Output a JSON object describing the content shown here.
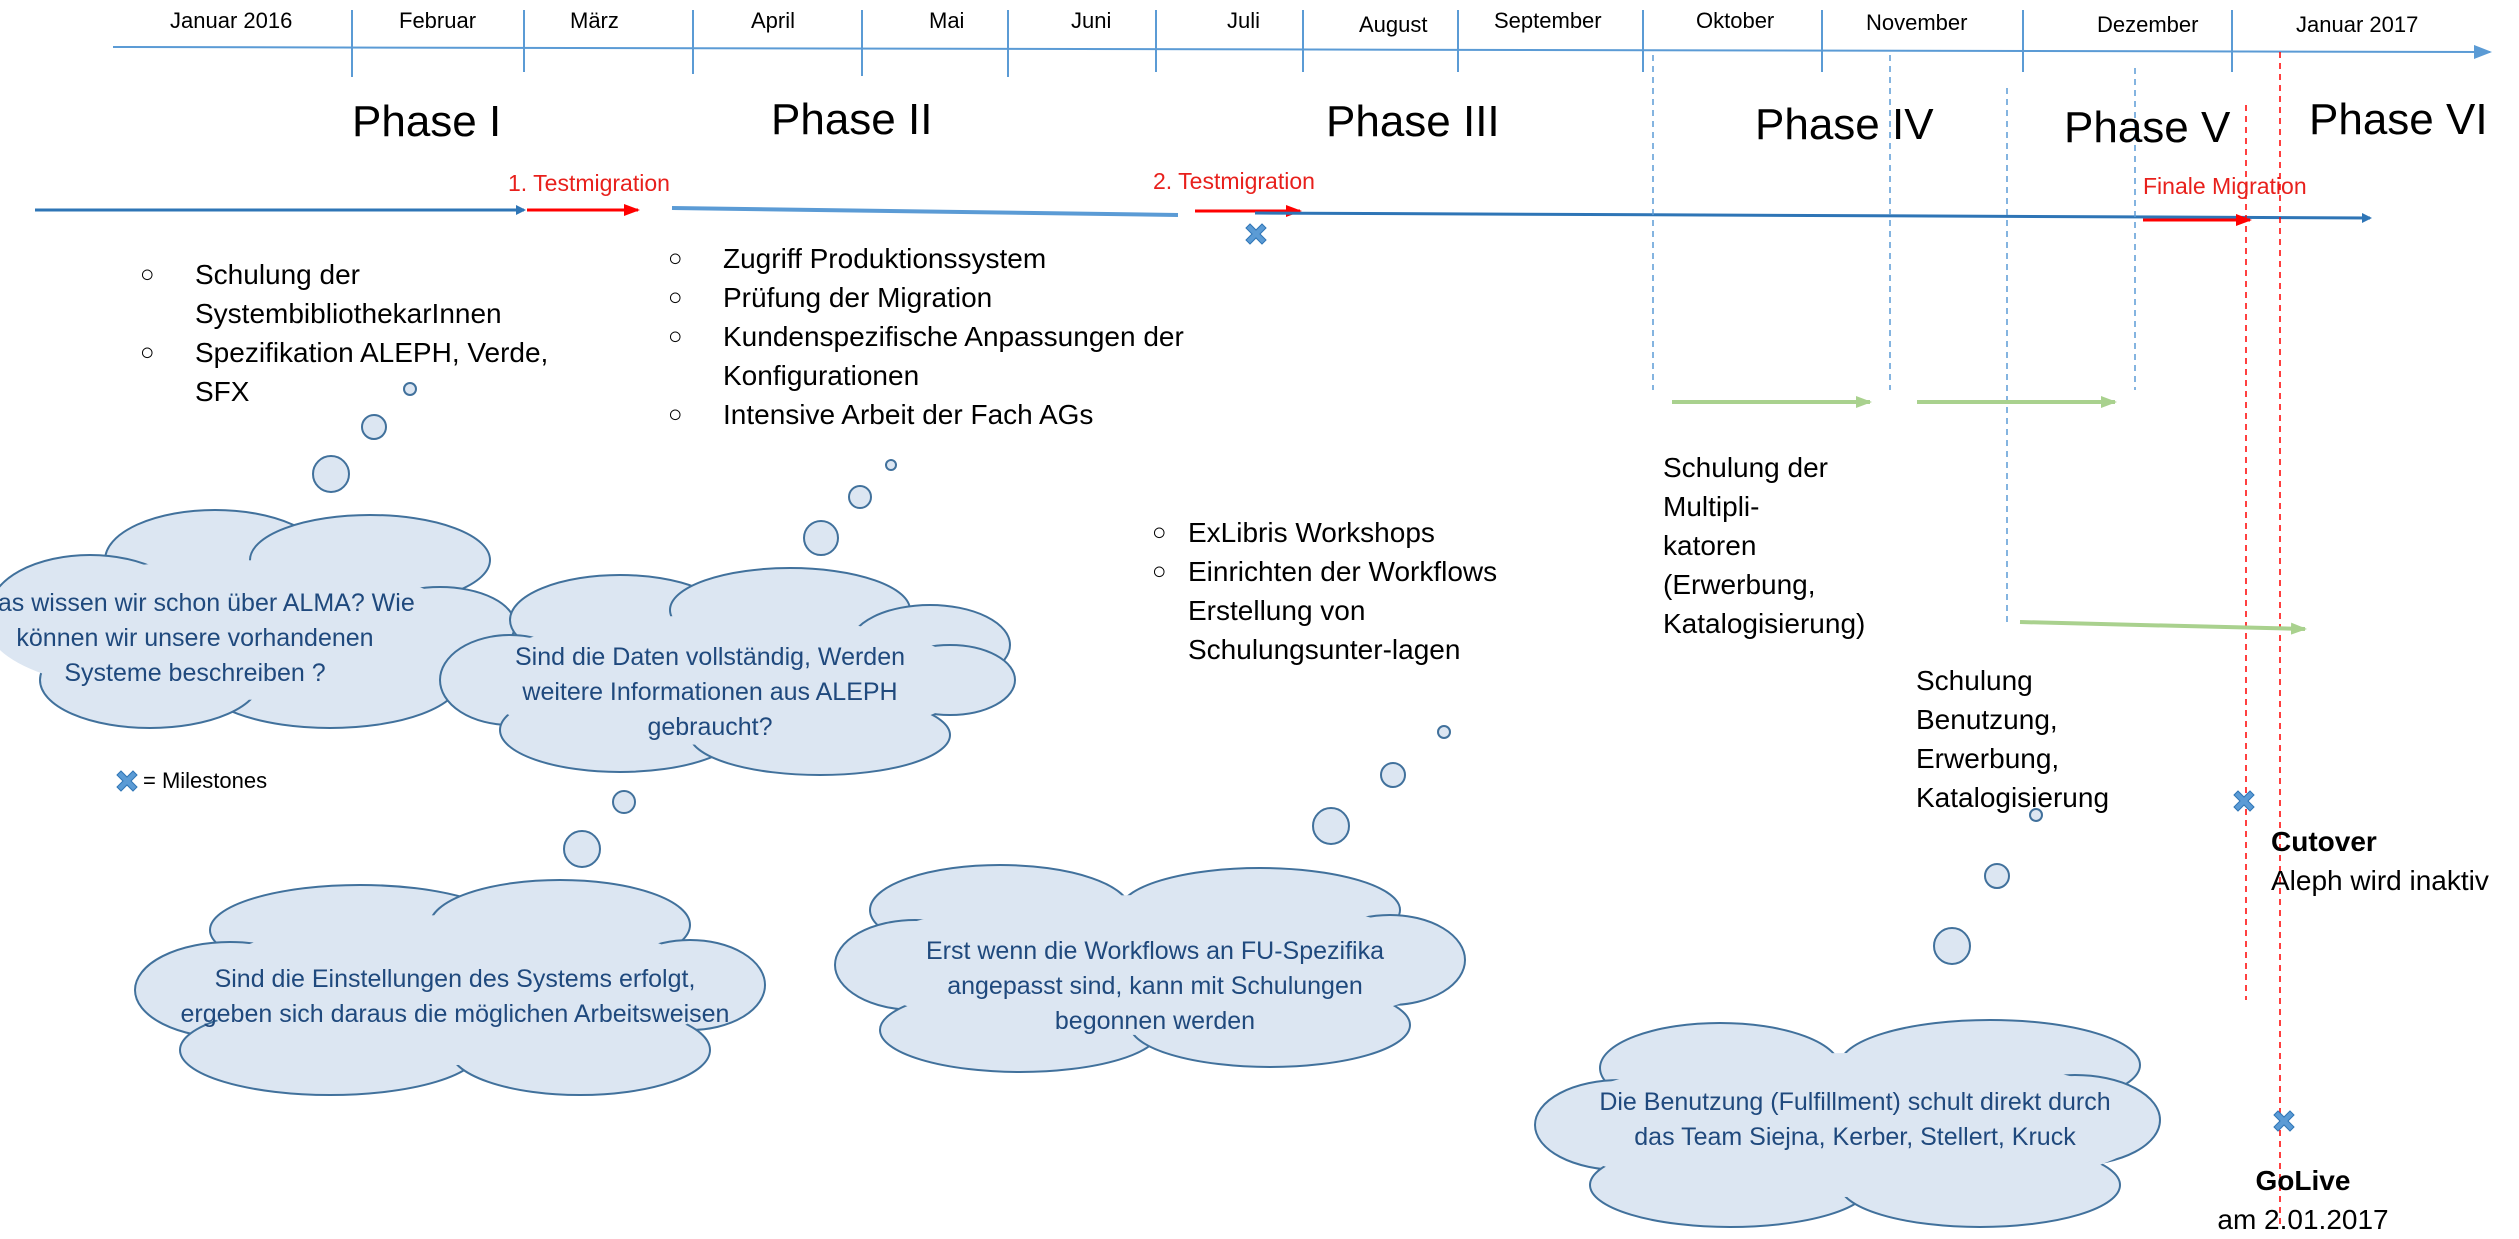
{
  "colors": {
    "axis": "#5b9bd5",
    "timeline": "#2e75b6",
    "migration": "#ff0000",
    "training": "#a9d18e",
    "cloud_fill": "#dce6f2",
    "cloud_stroke": "#41719c",
    "cloud_text": "#1f497d"
  },
  "months": [
    "Januar 2016",
    "Februar",
    "März",
    "April",
    "Mai",
    "Juni",
    "Juli",
    "August",
    "September",
    "Oktober",
    "November",
    "Dezember",
    "Januar 2017"
  ],
  "phases": [
    "Phase I",
    "Phase II",
    "Phase III",
    "Phase IV",
    "Phase V",
    "Phase VI"
  ],
  "migrations": [
    "1. Testmigration",
    "2. Testmigration",
    "Finale Migration"
  ],
  "phase1_bullets": [
    "Schulung der SystembibliothekarInnen",
    "Spezifikation ALEPH, Verde, SFX"
  ],
  "phase2_bullets": [
    "Zugriff Produktionssystem",
    "Prüfung der Migration",
    "Kundenspezifische Anpassungen der Konfigurationen",
    "Intensive Arbeit der Fach AGs"
  ],
  "phase3_bullets": [
    "ExLibris  Workshops",
    "Einrichten der  Workflows Erstellung von Schulungsunter-lagen"
  ],
  "clouds": [
    "Was wissen wir schon über ALMA? Wie können wir unsere vorhandenen Systeme beschreiben ?",
    "Sind die Daten vollständig, Werden weitere Informationen aus ALEPH gebraucht?",
    "Sind die Einstellungen des Systems erfolgt, ergeben sich daraus die möglichen Arbeitsweisen",
    "Erst wenn die Workflows an FU-Spezifika angepasst sind, kann mit Schulungen begonnen werden",
    "Die Benutzung (Fulfillment) schult direkt durch das Team Siejna, Kerber, Stellert, Kruck"
  ],
  "legend": {
    "icon": "milestone-icon",
    "text": "= Milestones"
  },
  "training_multiplikatoren": [
    "Schulung der",
    "Multipli-",
    "katoren",
    "(Erwerbung,",
    "Katalogisierung)"
  ],
  "training_benutzung": [
    "Schulung",
    "Benutzung,",
    "Erwerbung,",
    "Katalogisierung"
  ],
  "cutover": {
    "title": "Cutover",
    "text": "Aleph wird inaktiv"
  },
  "golive": {
    "title": "GoLive",
    "text": "am 2.01.2017"
  }
}
